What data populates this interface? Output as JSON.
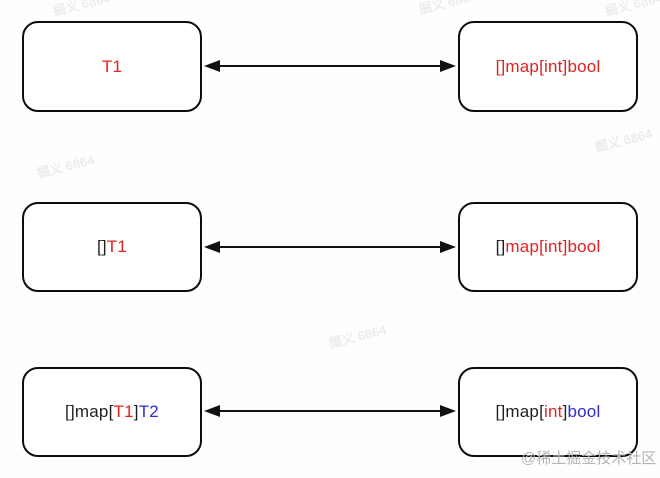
{
  "colors": {
    "red": "#e02222",
    "blue": "#2d2dcc",
    "black": "#1f1f1f"
  },
  "watermark": {
    "tile_text": "掘义 6864",
    "credit": "@稀土掘金技术社区"
  },
  "diagram": {
    "description": "type parameter inference mapping",
    "rows": [
      {
        "left": {
          "segments": [
            {
              "text": "T1",
              "color": "red"
            }
          ]
        },
        "right": {
          "segments": [
            {
              "text": "[]map[int]bool",
              "color": "red"
            }
          ]
        }
      },
      {
        "left": {
          "segments": [
            {
              "text": "[]",
              "color": "black"
            },
            {
              "text": "T1",
              "color": "red"
            }
          ]
        },
        "right": {
          "segments": [
            {
              "text": "[]",
              "color": "black"
            },
            {
              "text": "map[int]bool",
              "color": "red"
            }
          ]
        }
      },
      {
        "left": {
          "segments": [
            {
              "text": "[]map[",
              "color": "black"
            },
            {
              "text": "T1",
              "color": "red"
            },
            {
              "text": "]",
              "color": "black"
            },
            {
              "text": "T2",
              "color": "blue"
            }
          ]
        },
        "right": {
          "segments": [
            {
              "text": "[]map[",
              "color": "black"
            },
            {
              "text": "int",
              "color": "red"
            },
            {
              "text": "]",
              "color": "black"
            },
            {
              "text": "bool",
              "color": "blue"
            }
          ]
        }
      }
    ]
  }
}
